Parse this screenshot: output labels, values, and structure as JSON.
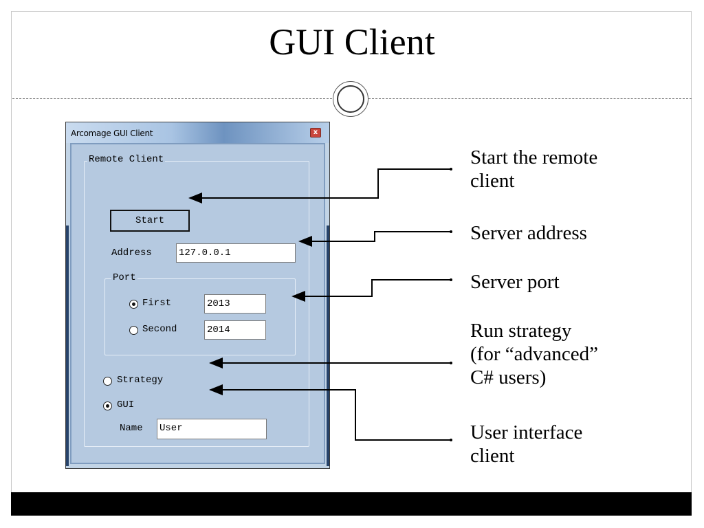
{
  "slide": {
    "title": "GUI Client"
  },
  "window": {
    "title": "Arcomage GUI Client",
    "close_glyph": "x",
    "remote_group_label": "Remote Client",
    "start_button_label": "Start",
    "address_label": "Address",
    "address_value": "127.0.0.1",
    "port_group_label": "Port",
    "port_first_label": "First",
    "port_first_value": "2013",
    "port_first_selected": true,
    "port_second_label": "Second",
    "port_second_value": "2014",
    "port_second_selected": false,
    "strategy_label": "Strategy",
    "strategy_selected": false,
    "gui_label": "GUI",
    "gui_selected": true,
    "name_label": "Name",
    "name_value": "User"
  },
  "callouts": {
    "start": [
      "Start the remote",
      "client"
    ],
    "address": "Server address",
    "port": "Server port",
    "strategy": [
      "Run strategy",
      "(for “advanced”",
      "C# users)"
    ],
    "gui": [
      "User interface",
      "client"
    ]
  },
  "colors": {
    "window_bg": "#c2d4e6",
    "titlebar_accent": "#6e93c0",
    "close_button": "#c9463d",
    "bottom_bar": "#000000"
  }
}
